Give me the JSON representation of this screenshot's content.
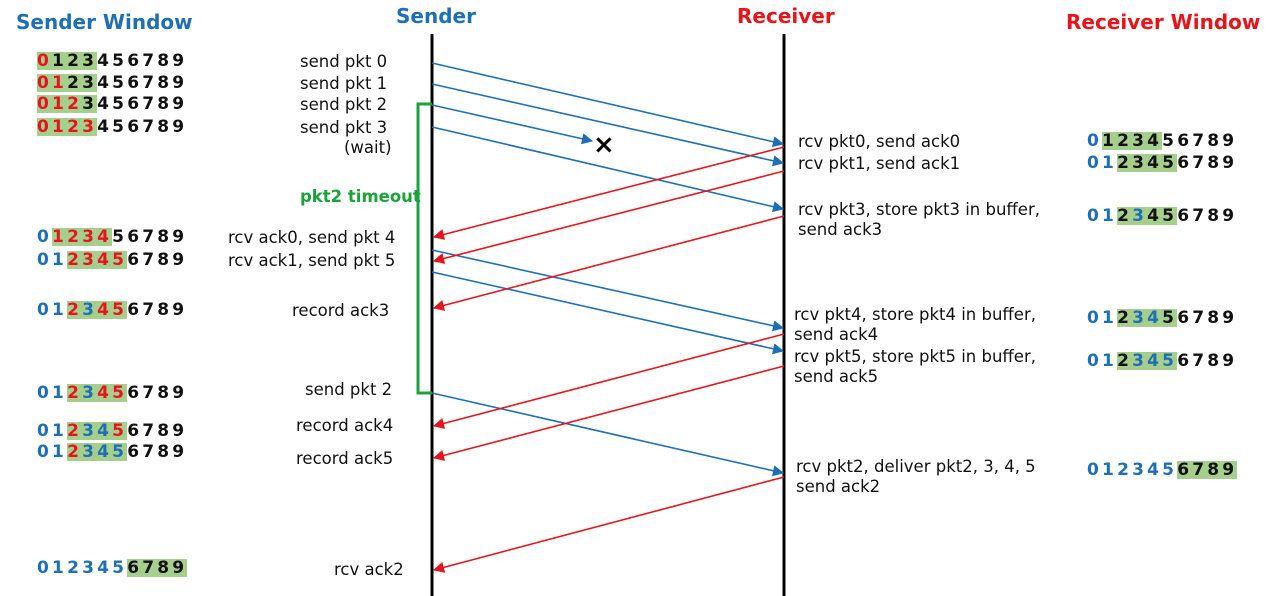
{
  "headers": {
    "sender_window": "Sender Window",
    "sender": "Sender",
    "receiver": "Receiver",
    "receiver_window": "Receiver Window"
  },
  "sender_events": [
    "send pkt 0",
    "send pkt 1",
    "send pkt 2",
    "send pkt 3",
    "(wait)",
    "rcv ack0, send pkt 4",
    "rcv ack1, send pkt 5",
    "record ack3",
    "send pkt 2",
    "record ack4",
    "record ack5",
    "rcv ack2"
  ],
  "timeout_label": "pkt2 timeout",
  "receiver_events": [
    "rcv pkt0, send ack0",
    "rcv pkt1, send ack1",
    "rcv pkt3, store pkt3 in buffer,",
    "send ack3",
    "rcv pkt4, store pkt4 in buffer,",
    "send ack4",
    "rcv pkt5, store pkt5 in buffer,",
    "send ack5",
    "rcv pkt2, deliver pkt2, 3, 4, 5",
    "send ack2"
  ],
  "sender_windows": [
    {
      "digits": [
        "0",
        "1",
        "2",
        "3",
        "4",
        "5",
        "6",
        "7",
        "8",
        "9"
      ],
      "colors": [
        "r",
        "k",
        "k",
        "k",
        "k",
        "k",
        "k",
        "k",
        "k",
        "k"
      ],
      "window": [
        0,
        3
      ]
    },
    {
      "digits": [
        "0",
        "1",
        "2",
        "3",
        "4",
        "5",
        "6",
        "7",
        "8",
        "9"
      ],
      "colors": [
        "r",
        "r",
        "k",
        "k",
        "k",
        "k",
        "k",
        "k",
        "k",
        "k"
      ],
      "window": [
        0,
        3
      ]
    },
    {
      "digits": [
        "0",
        "1",
        "2",
        "3",
        "4",
        "5",
        "6",
        "7",
        "8",
        "9"
      ],
      "colors": [
        "r",
        "r",
        "r",
        "k",
        "k",
        "k",
        "k",
        "k",
        "k",
        "k"
      ],
      "window": [
        0,
        3
      ]
    },
    {
      "digits": [
        "0",
        "1",
        "2",
        "3",
        "4",
        "5",
        "6",
        "7",
        "8",
        "9"
      ],
      "colors": [
        "r",
        "r",
        "r",
        "r",
        "k",
        "k",
        "k",
        "k",
        "k",
        "k"
      ],
      "window": [
        0,
        3
      ]
    },
    {
      "digits": [
        "0",
        "1",
        "2",
        "3",
        "4",
        "5",
        "6",
        "7",
        "8",
        "9"
      ],
      "colors": [
        "b",
        "r",
        "r",
        "r",
        "r",
        "k",
        "k",
        "k",
        "k",
        "k"
      ],
      "window": [
        1,
        4
      ]
    },
    {
      "digits": [
        "0",
        "1",
        "2",
        "3",
        "4",
        "5",
        "6",
        "7",
        "8",
        "9"
      ],
      "colors": [
        "b",
        "b",
        "r",
        "r",
        "r",
        "r",
        "k",
        "k",
        "k",
        "k"
      ],
      "window": [
        2,
        5
      ]
    },
    {
      "digits": [
        "0",
        "1",
        "2",
        "3",
        "4",
        "5",
        "6",
        "7",
        "8",
        "9"
      ],
      "colors": [
        "b",
        "b",
        "r",
        "b",
        "r",
        "r",
        "k",
        "k",
        "k",
        "k"
      ],
      "window": [
        2,
        5
      ]
    },
    {
      "digits": [
        "0",
        "1",
        "2",
        "3",
        "4",
        "5",
        "6",
        "7",
        "8",
        "9"
      ],
      "colors": [
        "b",
        "b",
        "r",
        "b",
        "r",
        "r",
        "k",
        "k",
        "k",
        "k"
      ],
      "window": [
        2,
        5
      ]
    },
    {
      "digits": [
        "0",
        "1",
        "2",
        "3",
        "4",
        "5",
        "6",
        "7",
        "8",
        "9"
      ],
      "colors": [
        "b",
        "b",
        "r",
        "b",
        "b",
        "r",
        "k",
        "k",
        "k",
        "k"
      ],
      "window": [
        2,
        5
      ]
    },
    {
      "digits": [
        "0",
        "1",
        "2",
        "3",
        "4",
        "5",
        "6",
        "7",
        "8",
        "9"
      ],
      "colors": [
        "b",
        "b",
        "r",
        "b",
        "b",
        "b",
        "k",
        "k",
        "k",
        "k"
      ],
      "window": [
        2,
        5
      ]
    },
    {
      "digits": [
        "0",
        "1",
        "2",
        "3",
        "4",
        "5",
        "6",
        "7",
        "8",
        "9"
      ],
      "colors": [
        "b",
        "b",
        "b",
        "b",
        "b",
        "b",
        "k",
        "k",
        "k",
        "k"
      ],
      "window": [
        6,
        9
      ]
    }
  ],
  "receiver_windows": [
    {
      "digits": [
        "0",
        "1",
        "2",
        "3",
        "4",
        "5",
        "6",
        "7",
        "8",
        "9"
      ],
      "colors": [
        "b",
        "k",
        "k",
        "k",
        "k",
        "k",
        "k",
        "k",
        "k",
        "k"
      ],
      "window": [
        1,
        4
      ]
    },
    {
      "digits": [
        "0",
        "1",
        "2",
        "3",
        "4",
        "5",
        "6",
        "7",
        "8",
        "9"
      ],
      "colors": [
        "b",
        "b",
        "k",
        "k",
        "k",
        "k",
        "k",
        "k",
        "k",
        "k"
      ],
      "window": [
        2,
        5
      ]
    },
    {
      "digits": [
        "0",
        "1",
        "2",
        "3",
        "4",
        "5",
        "6",
        "7",
        "8",
        "9"
      ],
      "colors": [
        "b",
        "b",
        "k",
        "b",
        "k",
        "k",
        "k",
        "k",
        "k",
        "k"
      ],
      "window": [
        2,
        5
      ]
    },
    {
      "digits": [
        "0",
        "1",
        "2",
        "3",
        "4",
        "5",
        "6",
        "7",
        "8",
        "9"
      ],
      "colors": [
        "b",
        "b",
        "k",
        "b",
        "b",
        "k",
        "k",
        "k",
        "k",
        "k"
      ],
      "window": [
        2,
        5
      ]
    },
    {
      "digits": [
        "0",
        "1",
        "2",
        "3",
        "4",
        "5",
        "6",
        "7",
        "8",
        "9"
      ],
      "colors": [
        "b",
        "b",
        "k",
        "b",
        "b",
        "b",
        "k",
        "k",
        "k",
        "k"
      ],
      "window": [
        2,
        5
      ]
    },
    {
      "digits": [
        "0",
        "1",
        "2",
        "3",
        "4",
        "5",
        "6",
        "7",
        "8",
        "9"
      ],
      "colors": [
        "b",
        "b",
        "b",
        "b",
        "b",
        "b",
        "k",
        "k",
        "k",
        "k"
      ],
      "window": [
        6,
        9
      ]
    }
  ],
  "lost_marker": "×",
  "colors": {
    "blue": "#1f6fb8",
    "red": "#e8141b",
    "green": "#19a33a",
    "highlight": "#a6cf8e",
    "timeline": "#000000"
  }
}
